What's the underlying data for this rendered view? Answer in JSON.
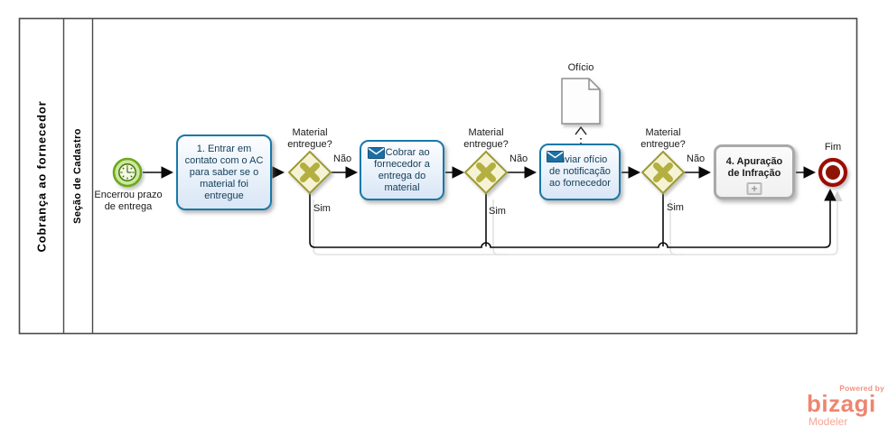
{
  "pool": {
    "title": "Cobrança ao fornecedor",
    "lane": "Seção de Cadastro"
  },
  "start_event": {
    "type": "timer-start",
    "label": "Encerrou prazo de entrega"
  },
  "tasks": {
    "task1": {
      "type": "task",
      "label": "1. Entrar em contato com o AC para saber se o material foi entregue"
    },
    "task2": {
      "type": "send-task",
      "label": "2. Cobrar ao fornecedor a entrega do material"
    },
    "task3": {
      "type": "send-task",
      "label": "Enviar ofício de notificação ao fornecedor"
    },
    "task4": {
      "type": "collapsed-subprocess",
      "label": "4. Apuração de Infração",
      "marker": "+"
    }
  },
  "gateways": {
    "g1": {
      "type": "exclusive",
      "question": "Material entregue?",
      "no_label": "Não",
      "yes_label": "Sim"
    },
    "g2": {
      "type": "exclusive",
      "question": "Material entregue?",
      "no_label": "Não",
      "yes_label": "Sim"
    },
    "g3": {
      "type": "exclusive",
      "question": "Material entregue?",
      "no_label": "Não",
      "yes_label": "Sim"
    }
  },
  "artifact": {
    "type": "data-object",
    "label": "Ofício"
  },
  "end_event": {
    "type": "end",
    "label": "Fim"
  },
  "flow": {
    "sequence": [
      "start → task1",
      "task1 → g1",
      "g1 –Não→ task2",
      "task2 → g2",
      "g2 –Não→ task3",
      "task3 → g3",
      "g3 –Não→ task4",
      "task4 → end",
      "g1/g2/g3 –Sim→ end"
    ],
    "association": "task3 ⇢ Ofício"
  },
  "branding": {
    "powered_by": "Powered by",
    "brand": "bizagi",
    "product": "Modeler"
  },
  "colors": {
    "task_border": "#1878a8",
    "task_fill": "#dce8f6",
    "gateway_border": "#9c9a30",
    "gateway_fill": "#f3f2d0",
    "gateway_x": "#b4af41",
    "start_border": "#6aaa1c",
    "start_fill": "#cfe69b",
    "end_red": "#9c1005",
    "subprocess_border": "#a9a9a9",
    "brand_coral": "#ee8570",
    "line": "#0a0a0a"
  }
}
